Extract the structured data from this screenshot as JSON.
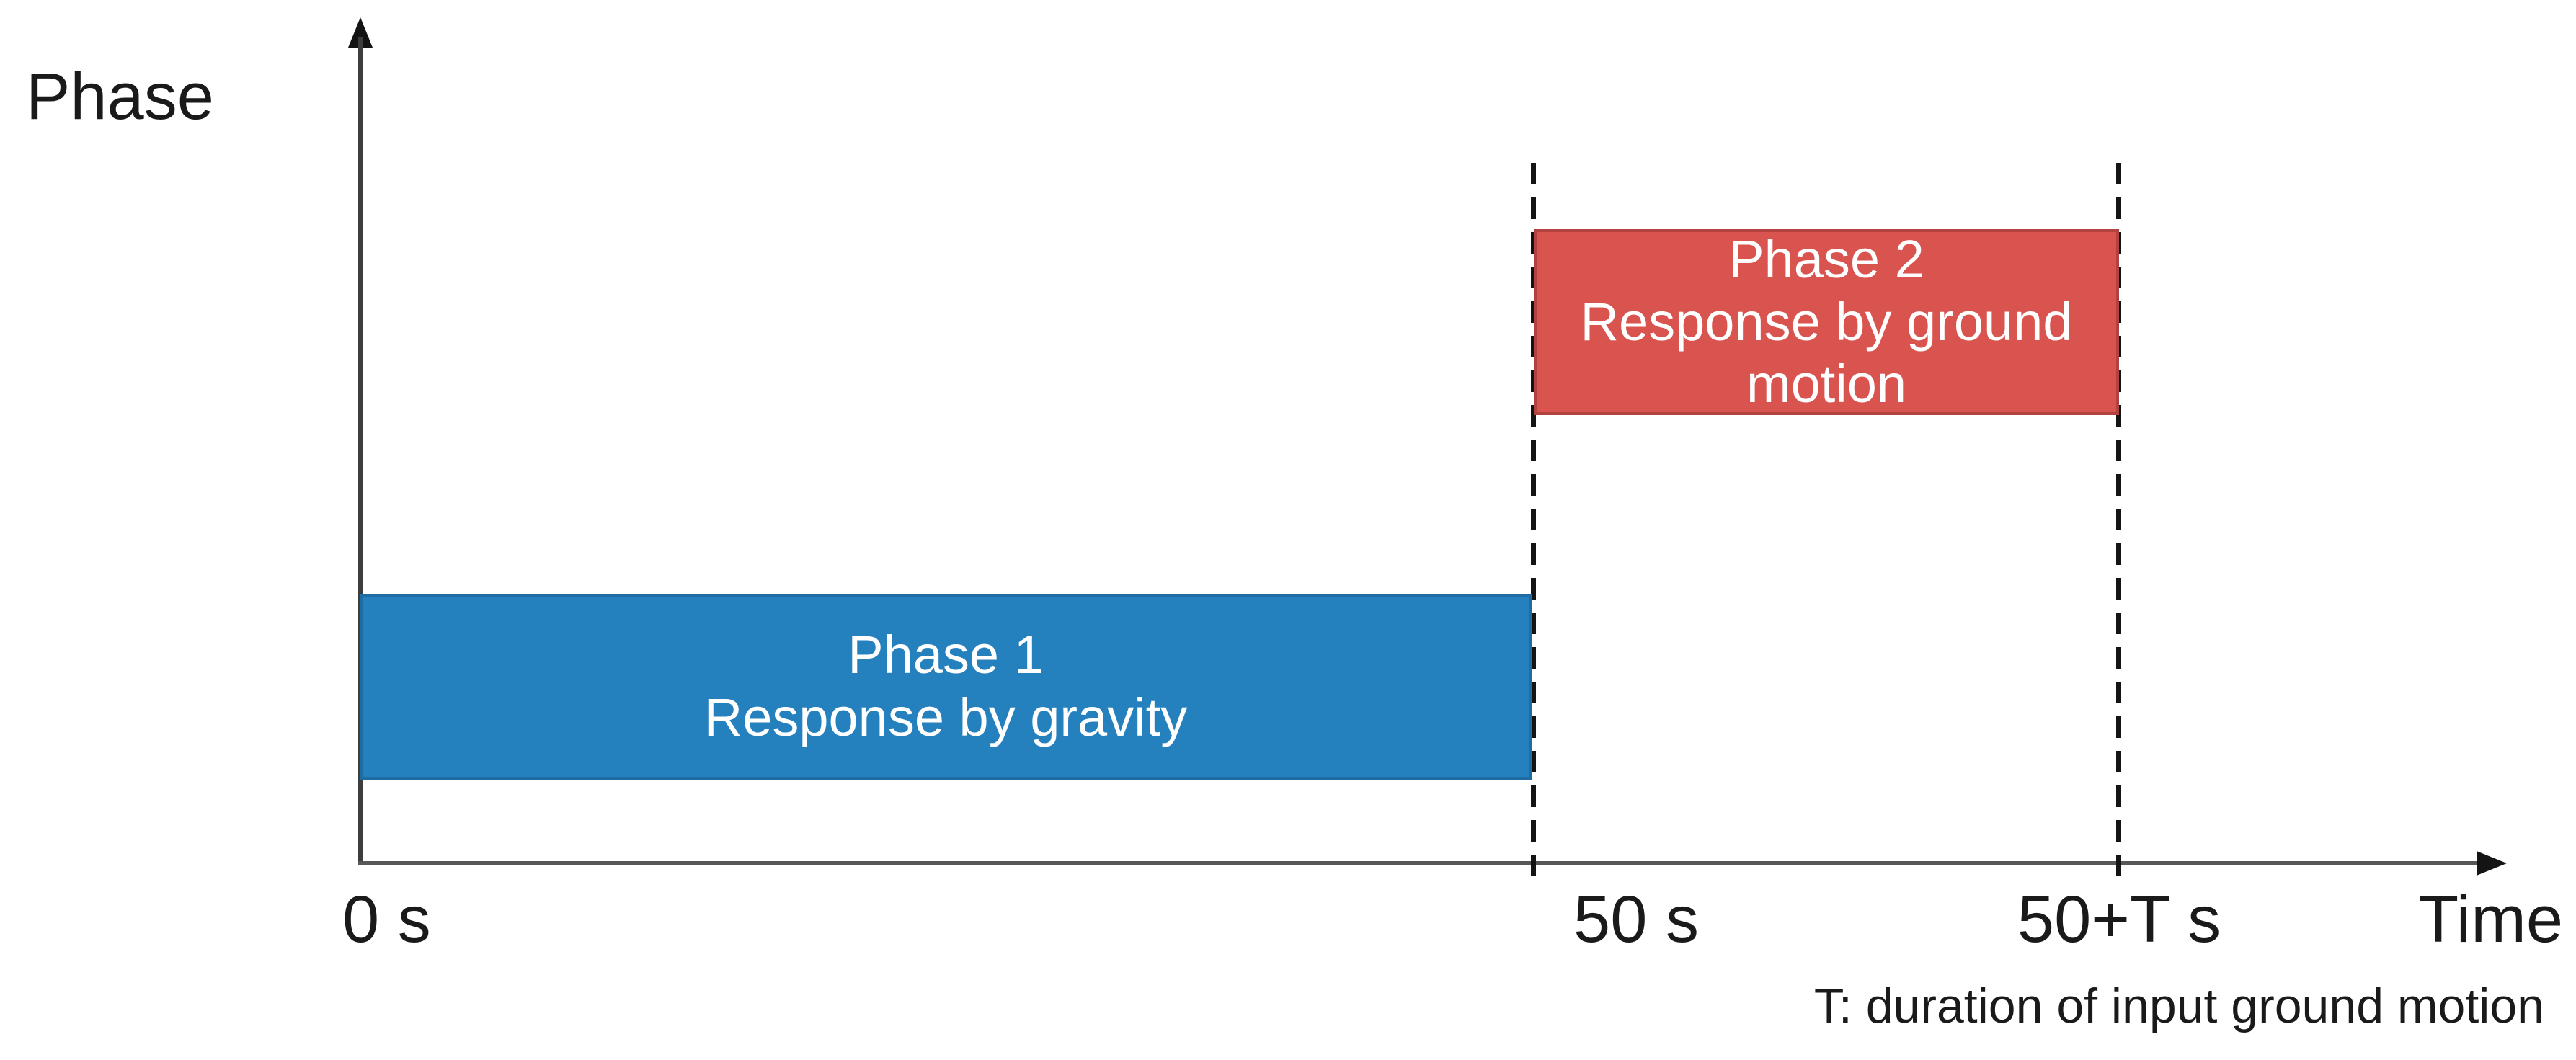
{
  "diagram": {
    "y_axis": {
      "label": "Phase"
    },
    "x_axis": {
      "label": "Time",
      "ticks": {
        "origin": "0 s",
        "t50": "50 s",
        "t50T": "50+T s"
      }
    },
    "footnote": "T: duration of input ground motion",
    "phases": {
      "phase1": {
        "title": "Phase 1",
        "subtitle": "Response by gravity",
        "start": "0 s",
        "end": "50 s",
        "fill_color": "#2581BE",
        "border_color": "#1E6CA3",
        "text_color": "#ffffff"
      },
      "phase2": {
        "title": "Phase 2",
        "subtitle": "Response by ground motion",
        "start": "50 s",
        "end": "50+T s",
        "fill_color": "#D9534F",
        "border_color": "#B2423F",
        "text_color": "#ffffff"
      }
    },
    "colors": {
      "background": "#ffffff",
      "axis_line": "#575757",
      "arrowhead": "#141414",
      "dashed_line": "#141414",
      "label_text": "#1a1a1a"
    }
  }
}
